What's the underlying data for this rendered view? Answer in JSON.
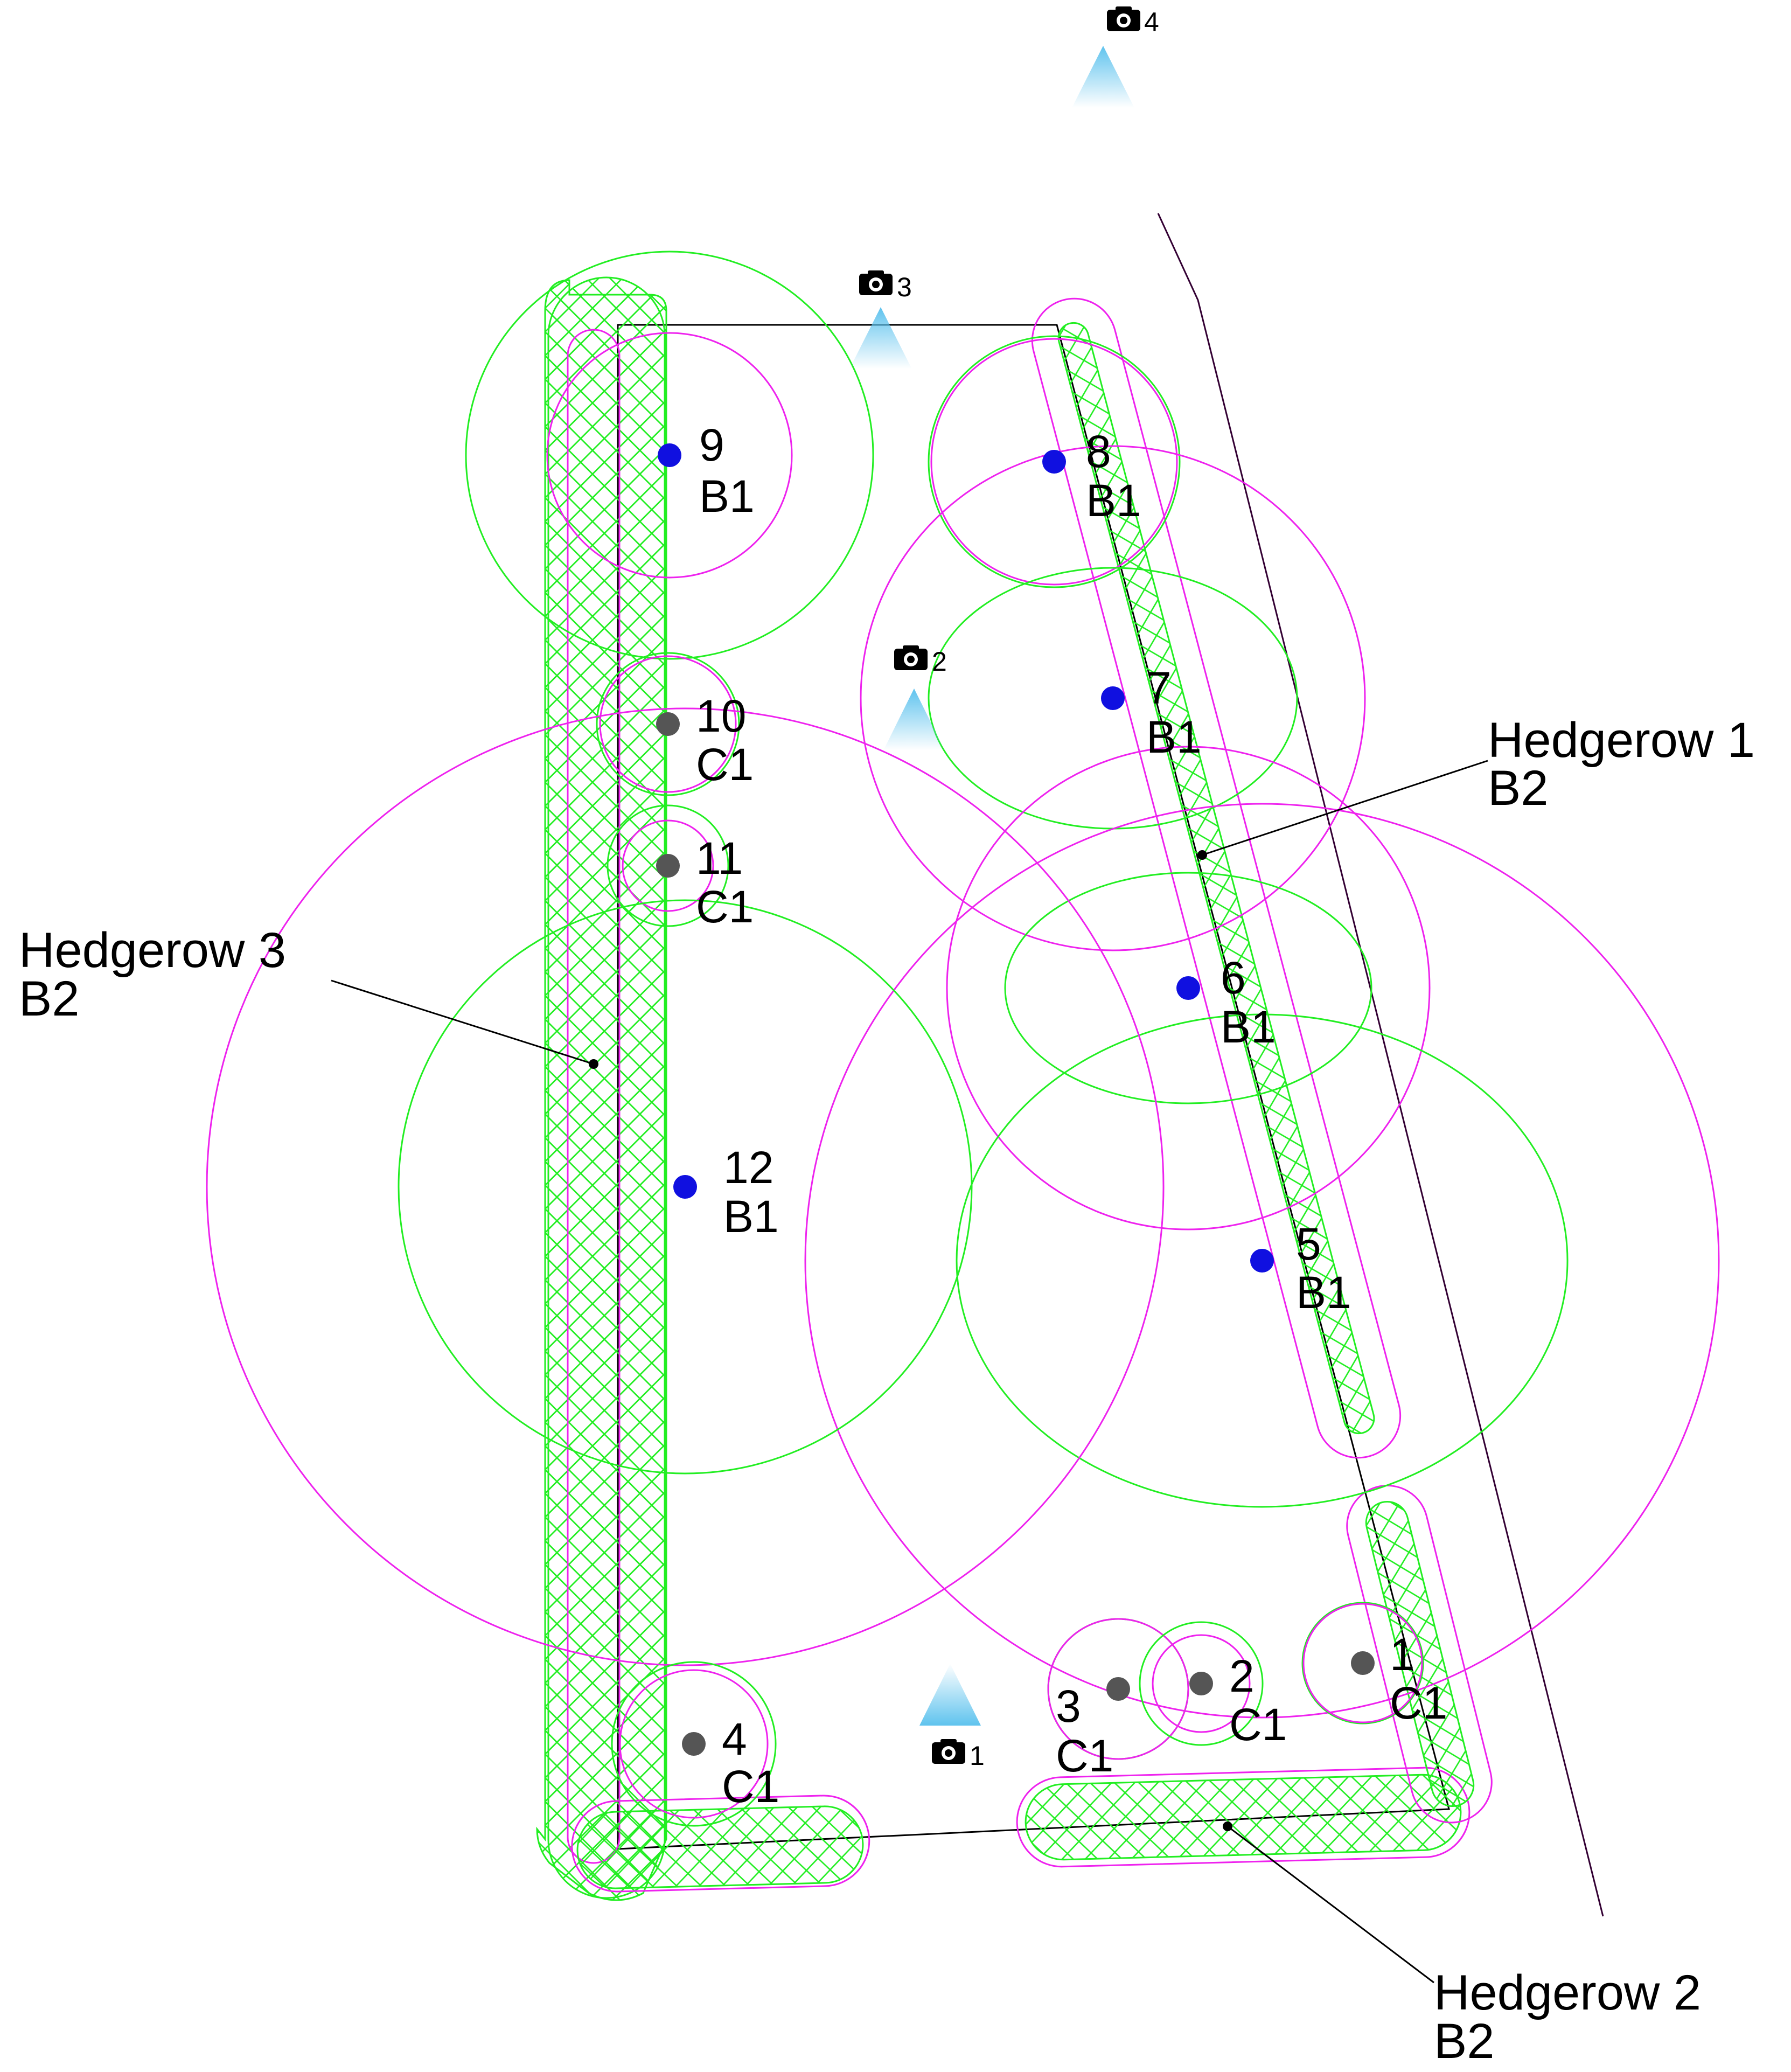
{
  "colors": {
    "canopy": "#22ee22",
    "rpa": "#ee22ee",
    "category_B": "#1010e0",
    "category_C": "#555555",
    "line": "#000000",
    "view_cone": "#88d4f0"
  },
  "trees": [
    {
      "id": "1",
      "category": "C1"
    },
    {
      "id": "2",
      "category": "C1"
    },
    {
      "id": "3",
      "category": "C1"
    },
    {
      "id": "4",
      "category": "C1"
    },
    {
      "id": "5",
      "category": "B1"
    },
    {
      "id": "6",
      "category": "B1"
    },
    {
      "id": "7",
      "category": "B1"
    },
    {
      "id": "8",
      "category": "B1"
    },
    {
      "id": "9",
      "category": "B1"
    },
    {
      "id": "10",
      "category": "C1"
    },
    {
      "id": "11",
      "category": "C1"
    },
    {
      "id": "12",
      "category": "B1"
    }
  ],
  "hedgerows": [
    {
      "name": "Hedgerow 1",
      "category": "B2"
    },
    {
      "name": "Hedgerow 2",
      "category": "B2"
    },
    {
      "name": "Hedgerow 3",
      "category": "B2"
    }
  ],
  "cameras": [
    {
      "number": "1",
      "icon": "camera-icon"
    },
    {
      "number": "2",
      "icon": "camera-icon"
    },
    {
      "number": "3",
      "icon": "camera-icon"
    },
    {
      "number": "4",
      "icon": "camera-icon"
    }
  ]
}
